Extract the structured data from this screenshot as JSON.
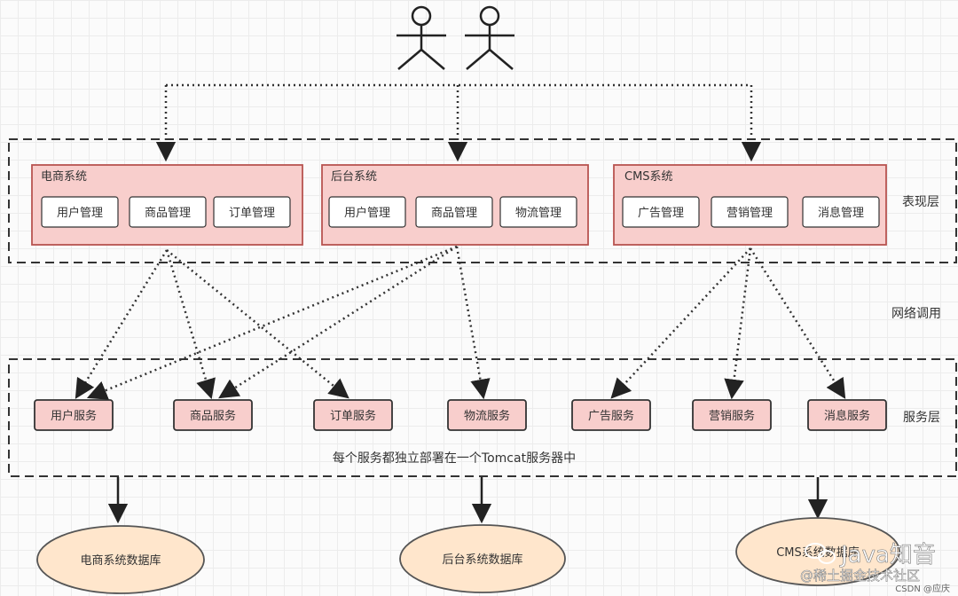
{
  "layers": {
    "presentation": "表现层",
    "network": "网络调用",
    "service": "服务层"
  },
  "systems": [
    {
      "title": "电商系统",
      "modules": [
        "用户管理",
        "商品管理",
        "订单管理"
      ]
    },
    {
      "title": "后台系统",
      "modules": [
        "用户管理",
        "商品管理",
        "物流管理"
      ]
    },
    {
      "title": "CMS系统",
      "modules": [
        "广告管理",
        "营销管理",
        "消息管理"
      ]
    }
  ],
  "services": [
    "用户服务",
    "商品服务",
    "订单服务",
    "物流服务",
    "广告服务",
    "营销服务",
    "消息服务"
  ],
  "deploy_note": "每个服务都独立部署在一个Tomcat服务器中",
  "databases": [
    "电商系统数据库",
    "后台系统数据库",
    "CMS系统数据库"
  ],
  "watermarks": {
    "brand": "Java知音",
    "community": "@稀土掘金技术社区",
    "csdn": "CSDN @应庆"
  },
  "colors": {
    "box_fill": "#f8cecc",
    "box_stroke": "#b85450",
    "db_fill": "#ffe6cc",
    "db_stroke": "#555555",
    "line": "#333333"
  }
}
